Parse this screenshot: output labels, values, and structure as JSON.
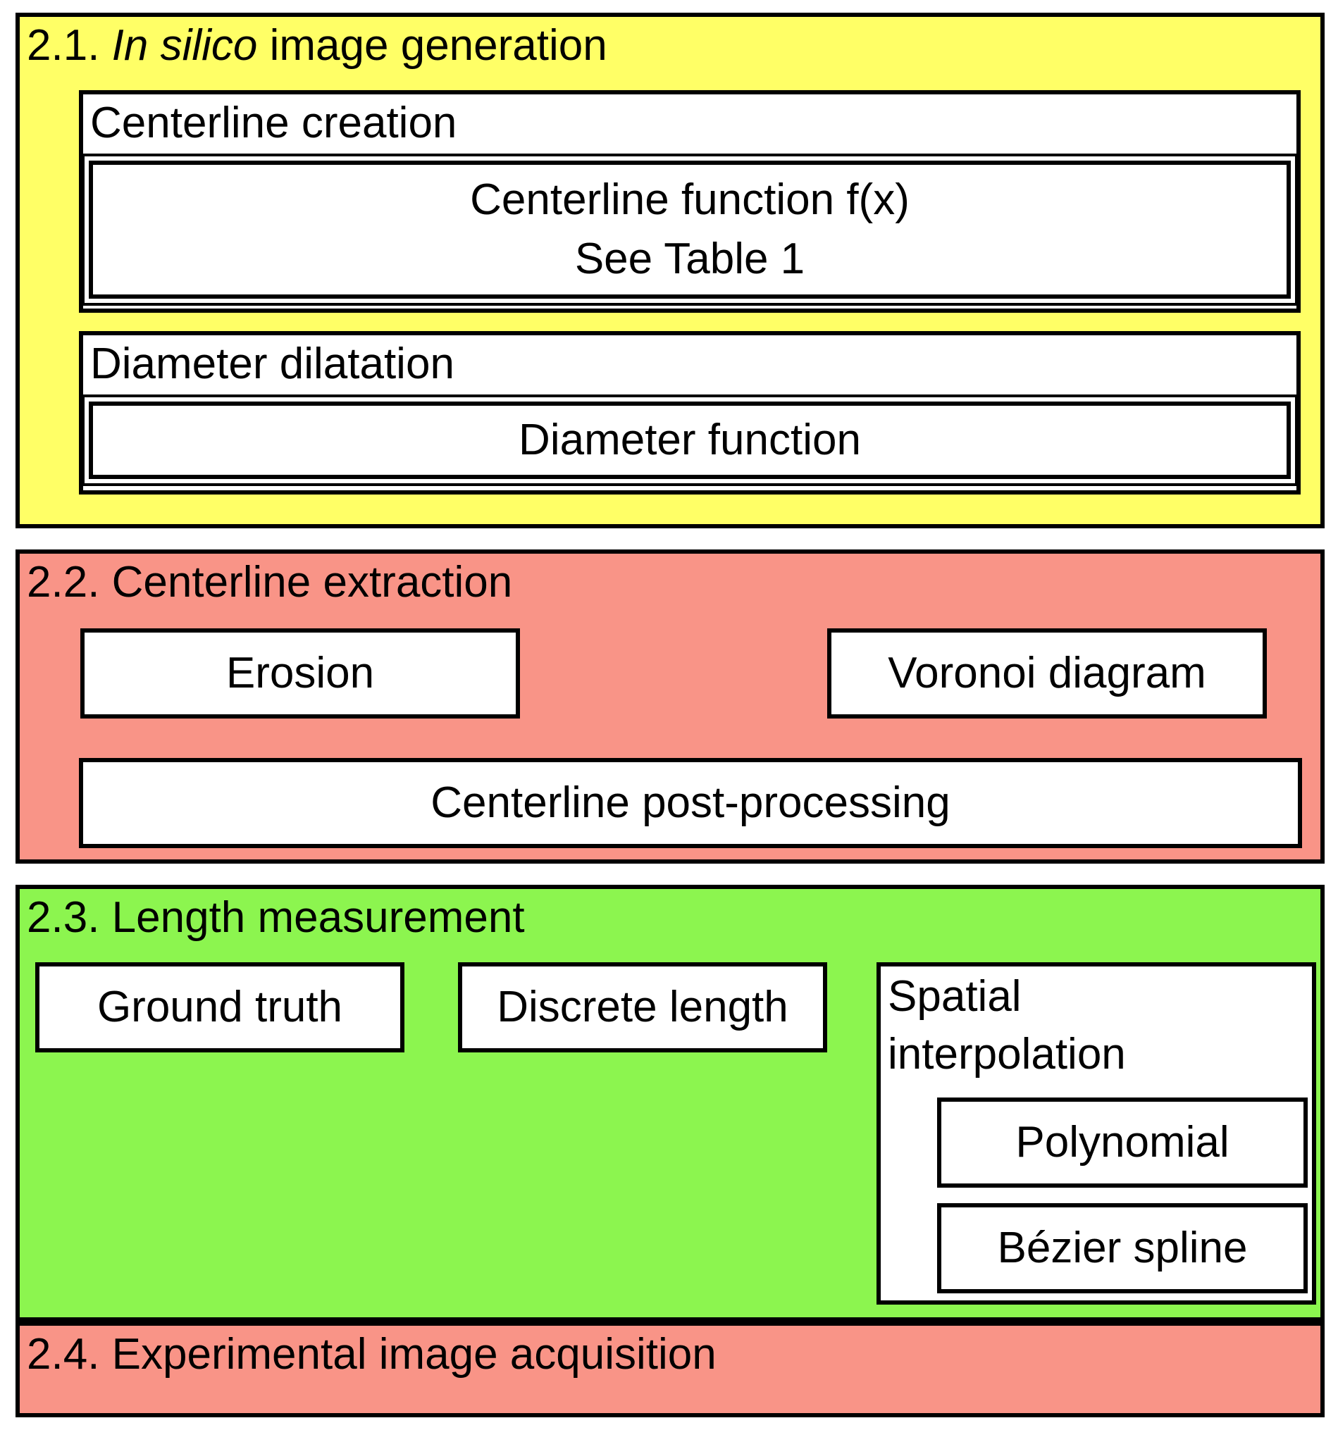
{
  "sections": [
    {
      "number": "2.1.",
      "title_italic": "In silico",
      "title_rest": " image generation",
      "color": "#ffff66",
      "groups": [
        {
          "label": "Centerline creation",
          "inner": [
            "Centerline function f(x)",
            "See Table 1"
          ]
        },
        {
          "label": "Diameter dilatation",
          "inner": [
            "Diameter function"
          ]
        }
      ]
    },
    {
      "title": "2.2. Centerline extraction",
      "color": "#f99487",
      "boxes": [
        "Erosion",
        "Voronoi diagram",
        "Centerline post-processing"
      ]
    },
    {
      "title": "2.3. Length measurement",
      "color": "#8cf54f",
      "boxes": [
        "Ground truth",
        "Discrete length"
      ],
      "interpolation": {
        "label_line1": "Spatial",
        "label_line2": "interpolation",
        "methods": [
          "Polynomial",
          "Bézier spline"
        ]
      }
    },
    {
      "title": "2.4. Experimental image acquisition",
      "color": "#f99487"
    }
  ]
}
